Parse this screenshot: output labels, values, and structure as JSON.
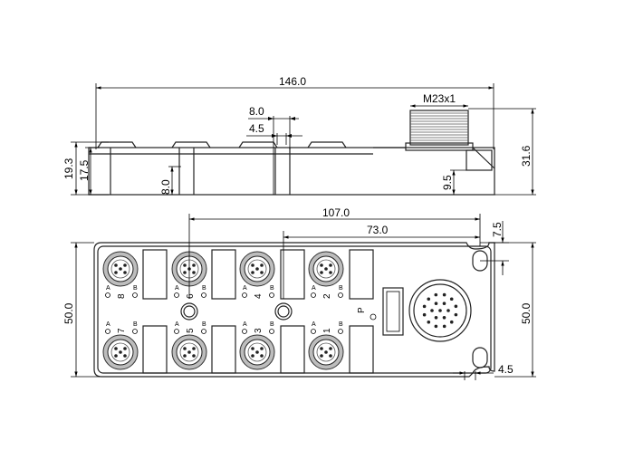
{
  "dimensions": {
    "overall_length": "146.0",
    "thread": "M23x1",
    "pitch_outer": "8.0",
    "pitch_inner": "4.5",
    "height_total": "19.3",
    "height_body": "17.5",
    "height_flange": "8.0",
    "height_connector": "31.6",
    "height_base": "9.5",
    "span_a": "107.0",
    "span_b": "73.0",
    "offset_top": "7.5",
    "width_left": "50.0",
    "width_right": "50.0",
    "hole_offset": "4.5"
  },
  "ports": {
    "top": [
      "8",
      "6",
      "4",
      "2"
    ],
    "bottom": [
      "7",
      "5",
      "3",
      "1"
    ],
    "pin_a": "A",
    "pin_b": "B",
    "power_label": "P"
  }
}
